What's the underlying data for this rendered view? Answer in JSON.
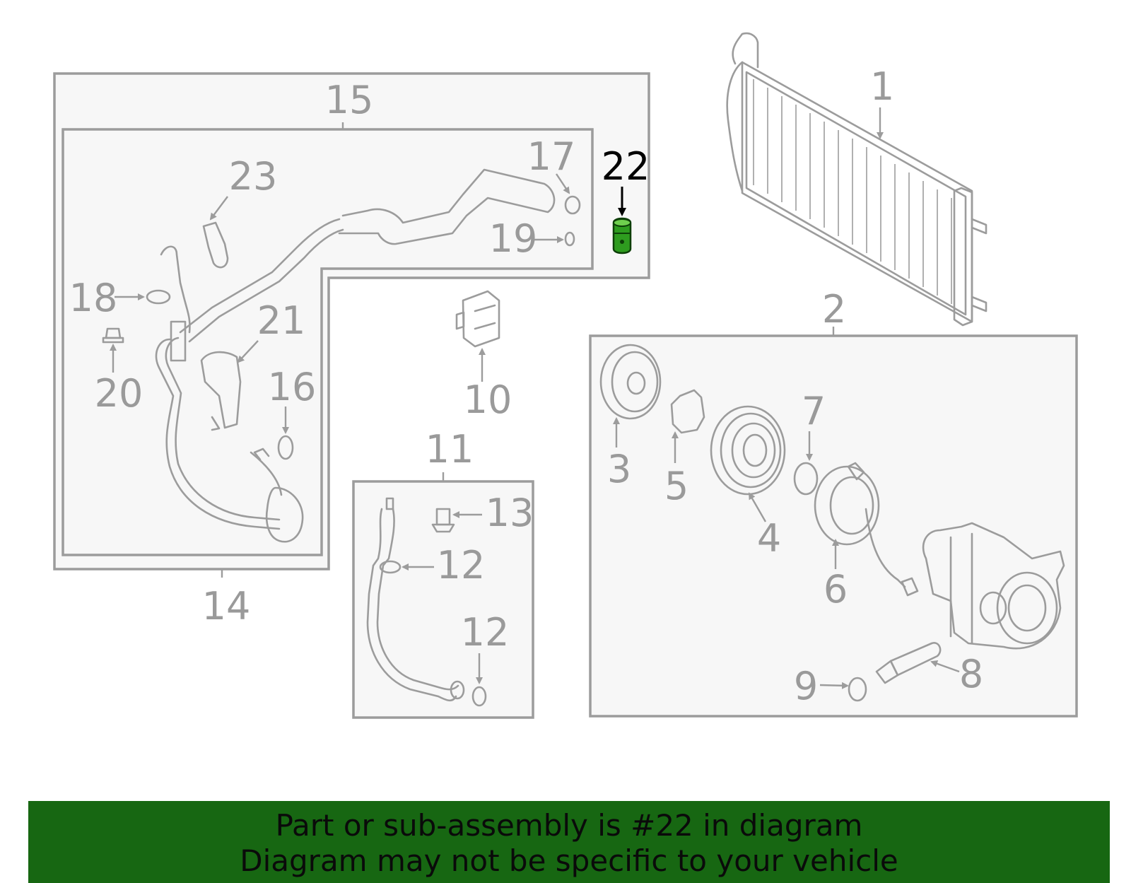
{
  "diagram": {
    "highlighted_part": "22",
    "highlight_color": "#2e9c1f",
    "callouts": {
      "c1": "1",
      "c2": "2",
      "c3": "3",
      "c4": "4",
      "c5": "5",
      "c6": "6",
      "c7": "7",
      "c8": "8",
      "c9": "9",
      "c10": "10",
      "c11": "11",
      "c12a": "12",
      "c12b": "12",
      "c13": "13",
      "c14": "14",
      "c15": "15",
      "c16": "16",
      "c17": "17",
      "c18": "18",
      "c19": "19",
      "c20": "20",
      "c21": "21",
      "c22": "22",
      "c23": "23"
    }
  },
  "banner": {
    "line1": "Part or sub-assembly is #22 in diagram",
    "line2": "Diagram may not be specific to your vehicle",
    "background": "#176712"
  }
}
